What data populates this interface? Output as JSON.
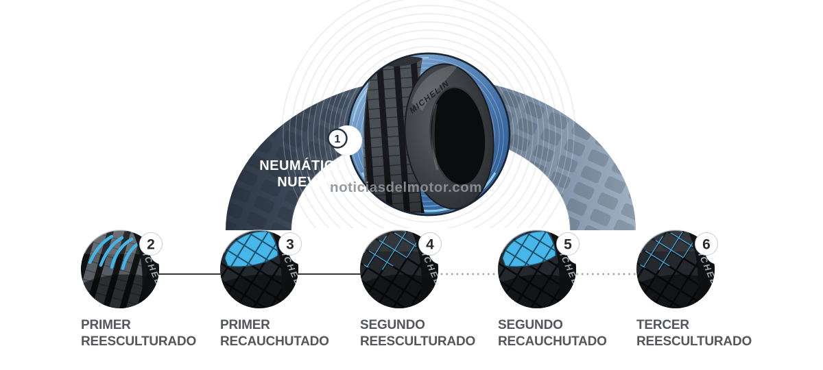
{
  "infographic": {
    "watermark": "noticiasdelmotor.com",
    "brand": "MICHELIN",
    "brand_fragment": "ICHEL",
    "main_stage": {
      "number": "1",
      "label_line1": "NEUMÁTICO",
      "label_line2": "NUEVO"
    },
    "stages": [
      {
        "number": "2",
        "label_line1": "PRIMER",
        "label_line2": "REESCULTURADO",
        "type": "reesculturado"
      },
      {
        "number": "3",
        "label_line1": "PRIMER",
        "label_line2": "RECAUCHUTADO",
        "type": "recauchutado"
      },
      {
        "number": "4",
        "label_line1": "SEGUNDO",
        "label_line2": "REESCULTURADO",
        "type": "reesculturado"
      },
      {
        "number": "5",
        "label_line1": "SEGUNDO",
        "label_line2": "RECAUCHUTADO",
        "type": "recauchutado"
      },
      {
        "number": "6",
        "label_line1": "TERCER",
        "label_line2": "REESCULTURADO",
        "type": "reesculturado"
      }
    ],
    "connectors": [
      {
        "between": "2-3",
        "style": "solid"
      },
      {
        "between": "3-4",
        "style": "solid"
      },
      {
        "between": "4-5",
        "style": "dotted"
      },
      {
        "between": "5-6",
        "style": "dotted"
      }
    ],
    "colors": {
      "accent_cyan": "#45b6e8",
      "band_dark": "#43505f",
      "band_light": "#9cafc2",
      "circle_blue": "#3c6ba3",
      "label_text": "#54565c",
      "badge_text": "#26292e",
      "solid_line": "#34383c",
      "dotted_line": "#989ea4"
    }
  }
}
